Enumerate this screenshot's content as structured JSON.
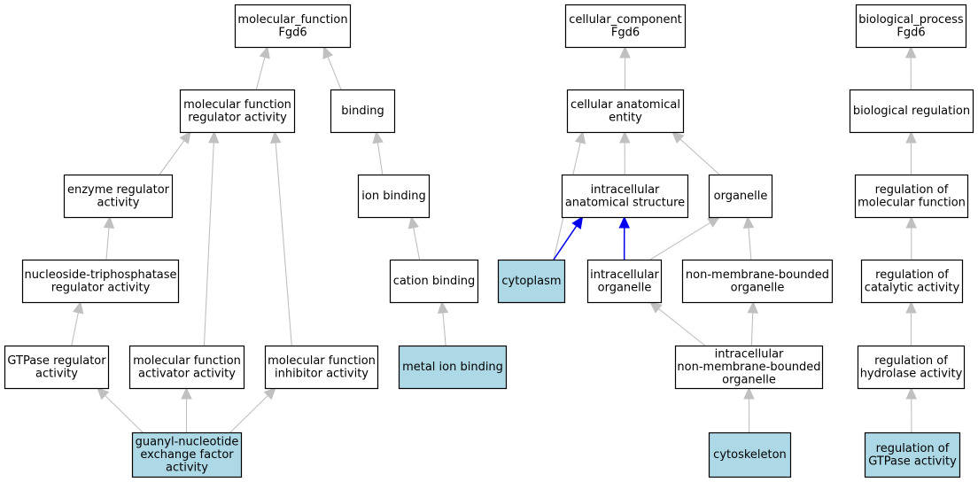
{
  "diagram": {
    "colors": {
      "normal_fill": "#ffffff",
      "highlight_fill": "#add8e6",
      "edge_gray": "#c0c0c0",
      "edge_blue": "#0000ee",
      "border": "#000000"
    },
    "nodes": [
      {
        "id": "mf",
        "lines": [
          "molecular_function",
          "Fgd6"
        ],
        "highlight": false
      },
      {
        "id": "mfra",
        "lines": [
          "molecular function",
          "regulator activity"
        ],
        "highlight": false
      },
      {
        "id": "binding",
        "lines": [
          "binding"
        ],
        "highlight": false
      },
      {
        "id": "era",
        "lines": [
          "enzyme regulator",
          "activity"
        ],
        "highlight": false
      },
      {
        "id": "ionb",
        "lines": [
          "ion binding"
        ],
        "highlight": false
      },
      {
        "id": "ntpra",
        "lines": [
          "nucleoside-triphosphatase",
          "regulator activity"
        ],
        "highlight": false
      },
      {
        "id": "cationb",
        "lines": [
          "cation binding"
        ],
        "highlight": false
      },
      {
        "id": "gtpra",
        "lines": [
          "GTPase regulator",
          "activity"
        ],
        "highlight": false
      },
      {
        "id": "mfaa",
        "lines": [
          "molecular function",
          "activator activity"
        ],
        "highlight": false
      },
      {
        "id": "mfia",
        "lines": [
          "molecular function",
          "inhibitor activity"
        ],
        "highlight": false
      },
      {
        "id": "metalb",
        "lines": [
          "metal ion binding"
        ],
        "highlight": true
      },
      {
        "id": "gnef",
        "lines": [
          "guanyl-nucleotide",
          "exchange factor",
          "activity"
        ],
        "highlight": true
      },
      {
        "id": "cc",
        "lines": [
          "cellular_component",
          "Fgd6"
        ],
        "highlight": false
      },
      {
        "id": "cae",
        "lines": [
          "cellular anatomical",
          "entity"
        ],
        "highlight": false
      },
      {
        "id": "ias",
        "lines": [
          "intracellular",
          "anatomical structure"
        ],
        "highlight": false
      },
      {
        "id": "organelle",
        "lines": [
          "organelle"
        ],
        "highlight": false
      },
      {
        "id": "cytoplasm",
        "lines": [
          "cytoplasm"
        ],
        "highlight": true
      },
      {
        "id": "io",
        "lines": [
          "intracellular",
          "organelle"
        ],
        "highlight": false
      },
      {
        "id": "nmbo",
        "lines": [
          "non-membrane-bounded",
          "organelle"
        ],
        "highlight": false
      },
      {
        "id": "inmbo",
        "lines": [
          "intracellular",
          "non-membrane-bounded",
          "organelle"
        ],
        "highlight": false
      },
      {
        "id": "cytoskeleton",
        "lines": [
          "cytoskeleton"
        ],
        "highlight": true
      },
      {
        "id": "bp",
        "lines": [
          "biological_process",
          "Fgd6"
        ],
        "highlight": false
      },
      {
        "id": "br",
        "lines": [
          "biological regulation"
        ],
        "highlight": false
      },
      {
        "id": "rmf",
        "lines": [
          "regulation of",
          "molecular function"
        ],
        "highlight": false
      },
      {
        "id": "rca",
        "lines": [
          "regulation of",
          "catalytic activity"
        ],
        "highlight": false
      },
      {
        "id": "rha",
        "lines": [
          "regulation of",
          "hydrolase activity"
        ],
        "highlight": false
      },
      {
        "id": "rgtpa",
        "lines": [
          "regulation of",
          "GTPase activity"
        ],
        "highlight": true
      }
    ],
    "edges": [
      {
        "from": "mfra",
        "to": "mf",
        "color": "gray"
      },
      {
        "from": "binding",
        "to": "mf",
        "color": "gray"
      },
      {
        "from": "era",
        "to": "mfra",
        "color": "gray"
      },
      {
        "from": "mfaa",
        "to": "mfra",
        "color": "gray"
      },
      {
        "from": "mfia",
        "to": "mfra",
        "color": "gray"
      },
      {
        "from": "ionb",
        "to": "binding",
        "color": "gray"
      },
      {
        "from": "ntpra",
        "to": "era",
        "color": "gray"
      },
      {
        "from": "cationb",
        "to": "ionb",
        "color": "gray"
      },
      {
        "from": "gtpra",
        "to": "ntpra",
        "color": "gray"
      },
      {
        "from": "metalb",
        "to": "cationb",
        "color": "gray"
      },
      {
        "from": "gnef",
        "to": "gtpra",
        "color": "gray"
      },
      {
        "from": "gnef",
        "to": "mfaa",
        "color": "gray"
      },
      {
        "from": "gnef",
        "to": "mfia",
        "color": "gray"
      },
      {
        "from": "cae",
        "to": "cc",
        "color": "gray"
      },
      {
        "from": "cytoplasm",
        "to": "cae",
        "color": "gray"
      },
      {
        "from": "ias",
        "to": "cae",
        "color": "gray"
      },
      {
        "from": "organelle",
        "to": "cae",
        "color": "gray"
      },
      {
        "from": "cytoplasm",
        "to": "ias",
        "color": "blue"
      },
      {
        "from": "io",
        "to": "ias",
        "color": "blue"
      },
      {
        "from": "io",
        "to": "organelle",
        "color": "gray"
      },
      {
        "from": "nmbo",
        "to": "organelle",
        "color": "gray"
      },
      {
        "from": "inmbo",
        "to": "io",
        "color": "gray"
      },
      {
        "from": "inmbo",
        "to": "nmbo",
        "color": "gray"
      },
      {
        "from": "cytoskeleton",
        "to": "inmbo",
        "color": "gray"
      },
      {
        "from": "br",
        "to": "bp",
        "color": "gray"
      },
      {
        "from": "rmf",
        "to": "br",
        "color": "gray"
      },
      {
        "from": "rca",
        "to": "rmf",
        "color": "gray"
      },
      {
        "from": "rha",
        "to": "rca",
        "color": "gray"
      },
      {
        "from": "rgtpa",
        "to": "rha",
        "color": "gray"
      }
    ]
  }
}
